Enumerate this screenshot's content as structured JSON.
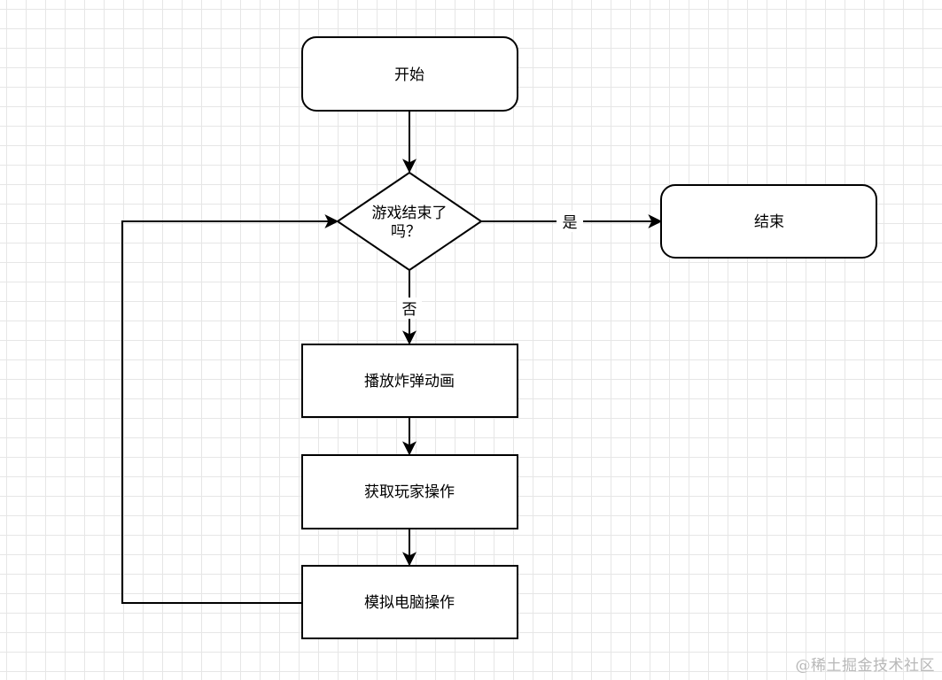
{
  "nodes": {
    "start": {
      "label": "开始"
    },
    "decision": {
      "line1": "游戏结束了",
      "line2": "吗？"
    },
    "end": {
      "label": "结束"
    },
    "step1": {
      "label": "播放炸弹动画"
    },
    "step2": {
      "label": "获取玩家操作"
    },
    "step3": {
      "label": "模拟电脑操作"
    }
  },
  "edges": {
    "yes": "是",
    "no": "否"
  },
  "watermark": "@稀土掘金技术社区"
}
